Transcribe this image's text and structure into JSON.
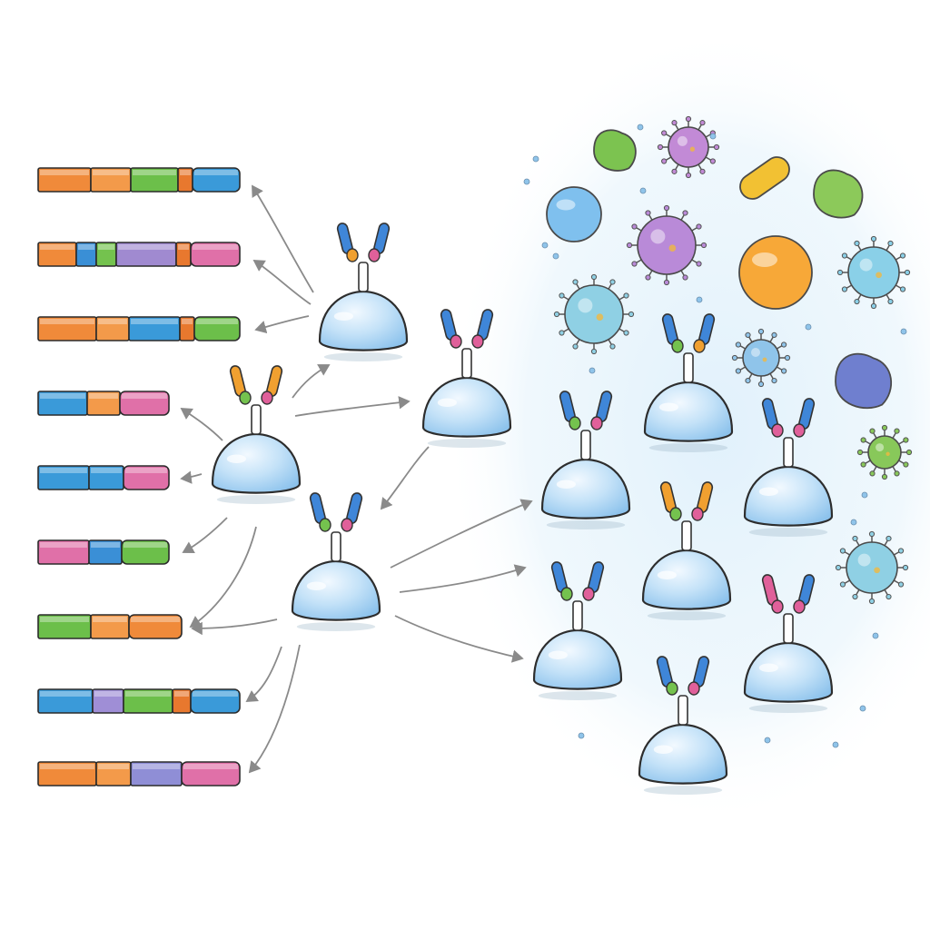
{
  "diagram": {
    "gene_segments": [
      {
        "colors": [
          "#f08a3a",
          "#f39a4a",
          "#6cbf4a",
          "#e8782e",
          "#3a9ad9"
        ]
      },
      {
        "colors": [
          "#f08a3a",
          "#3a8fd6",
          "#74c24e",
          "#a08ad0",
          "#e8782e",
          "#e070a8"
        ]
      },
      {
        "colors": [
          "#f08a3a",
          "#f39a4a",
          "#3a9ad9",
          "#e8782e",
          "#6cbf4a"
        ]
      },
      {
        "colors": [
          "#3a9ad9",
          "#f39a4a",
          "#e070a8"
        ]
      },
      {
        "colors": [
          "#3a9ad9",
          "#3a9ad9",
          "#e070a8"
        ]
      },
      {
        "colors": [
          "#e070a8",
          "#3a8fd6",
          "#6cbf4a"
        ]
      },
      {
        "colors": [
          "#6cbf4a",
          "#f39a4a",
          "#f08a3a"
        ]
      },
      {
        "colors": [
          "#3a9ad9",
          "#9f8ed6",
          "#6cbf4a",
          "#e8782e",
          "#3a9ad9"
        ]
      },
      {
        "colors": [
          "#f08a3a",
          "#f39a4a",
          "#8f8ed6",
          "#e070a8"
        ]
      }
    ],
    "palette": {
      "cell_body": "#bfe0f7",
      "cell_outline": "#2d2d2d",
      "antibody_blue": "#3f86d8",
      "antibody_orange": "#f0a030",
      "antibody_pink": "#e0609a",
      "arrow": "#8a8a8a",
      "haze": "#e3f1fb"
    },
    "pathogens": [
      {
        "kind": "blob",
        "color": "#7cc350"
      },
      {
        "kind": "virus",
        "color": "#c28ad6"
      },
      {
        "kind": "rod",
        "color": "#f2c133"
      },
      {
        "kind": "blob",
        "color": "#8cc95a"
      },
      {
        "kind": "sphere",
        "color": "#7fc0ee"
      },
      {
        "kind": "virus",
        "color": "#b98ad8"
      },
      {
        "kind": "sphere",
        "color": "#f7a838"
      },
      {
        "kind": "virus",
        "color": "#8fd0e4"
      },
      {
        "kind": "virus",
        "color": "#8ad0e8"
      },
      {
        "kind": "virus",
        "color": "#8fc4ea"
      },
      {
        "kind": "blob",
        "color": "#6f7fcf"
      },
      {
        "kind": "virus",
        "color": "#88c85a"
      },
      {
        "kind": "virus",
        "color": "#8fd0e4"
      }
    ]
  }
}
